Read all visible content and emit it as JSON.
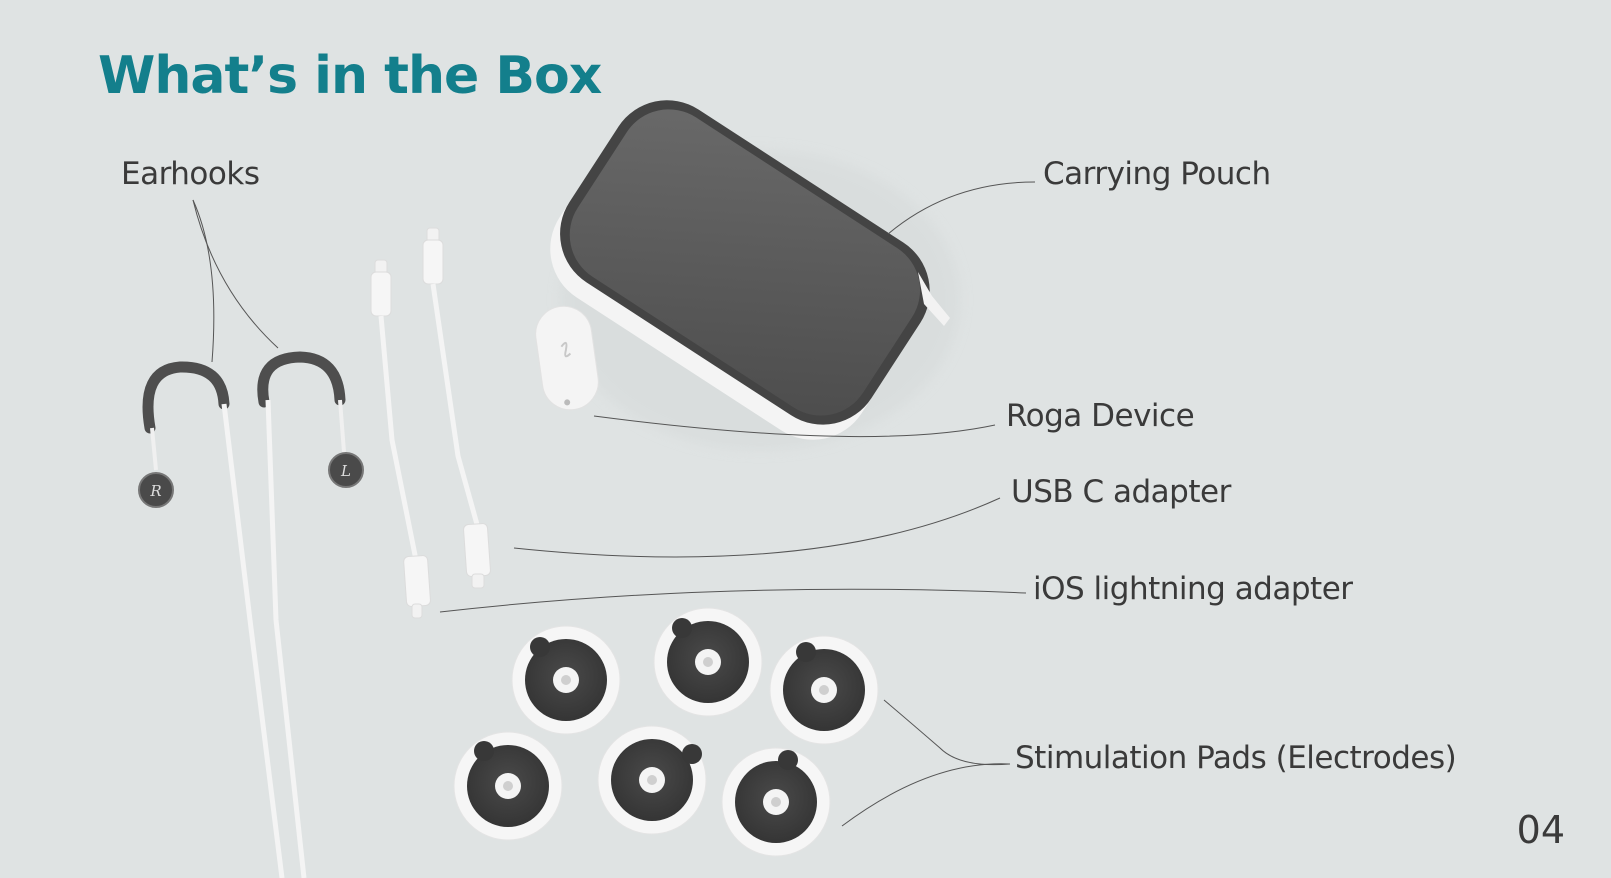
{
  "page": {
    "title": "What’s in the Box",
    "page_number": "04",
    "accent_color": "#137f8c",
    "background_color": "#dfe3e3"
  },
  "labels": {
    "earhooks": "Earhooks",
    "carrying_pouch": "Carrying Pouch",
    "roga_device": "Roga Device",
    "usb_c_adapter": "USB C adapter",
    "ios_lightning_adapter": "iOS lightning adapter",
    "stimulation_pads": "Stimulation Pads (Electrodes)"
  },
  "earhook_markers": {
    "right": "R",
    "left": "L"
  }
}
